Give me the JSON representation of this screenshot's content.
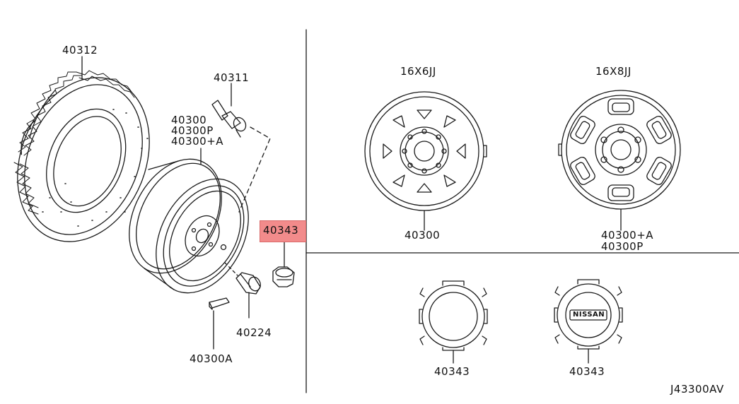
{
  "labels": {
    "tire": "40312",
    "valve": "40311",
    "wheel_1": "40300",
    "wheel_2": "40300P",
    "wheel_3": "40300+A",
    "lug_nut": "40224",
    "balance_weight": "40300A",
    "center_cap_highlight": "40343",
    "wheel_6_size": "16X6JJ",
    "wheel_8_size": "16X8JJ",
    "wheel_6_part": "40300",
    "wheel_8_part_a": "40300+A",
    "wheel_8_part_p": "40300P",
    "cap_plain_part": "40343",
    "cap_logo_part": "40343",
    "cap_logo_text": "NISSAN",
    "diagram_code": "J43300AV"
  },
  "colors": {
    "line": "#1a1a1a",
    "highlight": "#f28b8b"
  }
}
